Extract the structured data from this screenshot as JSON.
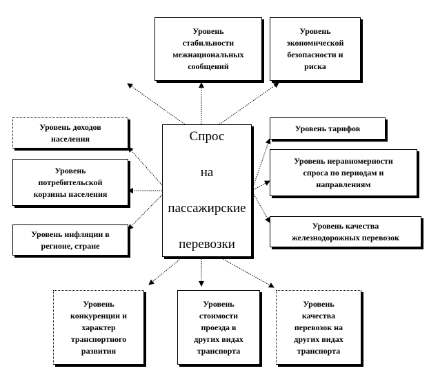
{
  "colors": {
    "line": "#000000",
    "background": "#ffffff"
  },
  "center": {
    "id": "demand",
    "label": "Спрос\n\nна\n\nпассажирские\n\nперевозки"
  },
  "factors": [
    {
      "id": "stability",
      "label": "Уровень\nстабильности\nмежнациональных\nсообщений"
    },
    {
      "id": "econ-security",
      "label": "Уровень\nэкономической\nбезопасности и\nриска"
    },
    {
      "id": "income",
      "label": "Уровень доходов\nнаселения"
    },
    {
      "id": "consumer-basket",
      "label": "Уровень\nпотребительской\nкорзины населения"
    },
    {
      "id": "inflation",
      "label": "Уровень инфляции в\nрегионе, стране"
    },
    {
      "id": "tariffs",
      "label": "Уровень тарифов"
    },
    {
      "id": "uneven-demand",
      "label": "Уровень неравномерности\nспроса по периодам и\nнаправлениям"
    },
    {
      "id": "rail-quality",
      "label": "Уровень качества\nжелезнодорожных перевозок"
    },
    {
      "id": "competition",
      "label": "Уровень\nконкуренции и\nхарактер\nтранспортного\nразвития"
    },
    {
      "id": "other-cost",
      "label": "Уровень\nстоимости\nпроезда в\nдругих видах\nтранспорта"
    },
    {
      "id": "other-quality",
      "label": "Уровень\nкачества\nперевозок на\nдругих видах\nтранспорта"
    }
  ]
}
